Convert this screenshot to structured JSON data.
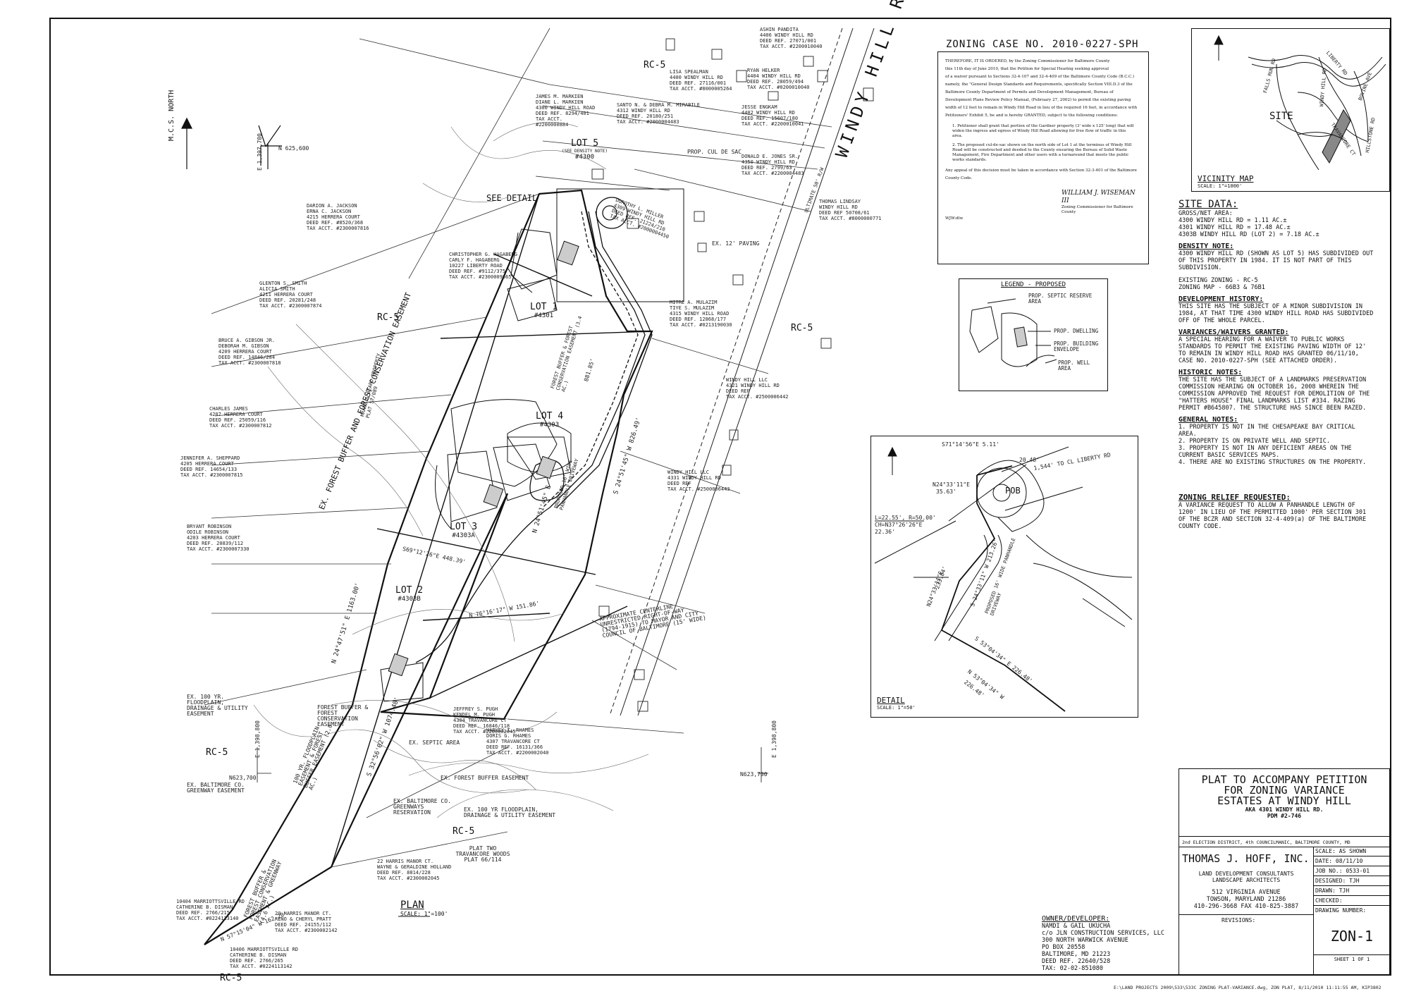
{
  "zoning_case": {
    "title": "ZONING CASE NO. 2010-0227-SPH",
    "order_text": [
      "THEREFORE, IT IS ORDERED, by the Zoning Commissioner for Baltimore County",
      "this 11th day of June 2010, that the Petition for Special Hearing seeking approval",
      "of a waiver pursuant to Sections 32-4-107 and 32-4-409 of the Baltimore County Code (B.C.C.)",
      "namely, the \"General Design Standards and Requirements, specifically Section VIII.D.3 of the",
      "Baltimore County Department of Permits and Development Management, Bureau of",
      "Development Plans Review Policy Manual, (February 27, 2002) to permit the existing paving",
      "width of 12 feet to remain in Windy Hill Road in lieu of the required 16 feet, in accordance with",
      "Petitioners' Exhibit 5, be and is hereby GRANTED, subject to the following conditions:"
    ],
    "conditions": [
      "1. Petitioner shall grant that portion of the Gardner property (3' wide x 125' long) that will widen the ingress and egress of Windy Hill Road allowing for free flow of traffic in this area.",
      "2. The proposed cul-de-sac shown on the north side of Lot 1 at the terminus of Windy Hill Road will be constructed and deeded to the County ensuring the Bureau of Solid Waste Management, Fire Department and other users with a turnaround that meets the public works standards."
    ],
    "appeal": "Any appeal of this decision must be taken in accordance with Section 32-3-401 of the Baltimore County Code.",
    "signature": "WILLIAM J. WISEMAN III",
    "signature_title": "Zoning Commissioner for Baltimore County",
    "initials": "WJW:dlw"
  },
  "vicinity_map": {
    "title": "VICINITY MAP",
    "scale": "SCALE: 1\"=1000'",
    "site_label": "SITE",
    "roads": [
      "LIBERTY RD",
      "FALLS RUN RD",
      "WINDY HILL RD",
      "TRAVANCORE CT",
      "BOVINE AVE",
      "HILLSTONE RD"
    ]
  },
  "site_data": {
    "title": "SITE DATA:",
    "gross_net_label": "GROSS/NET AREA:",
    "gross_net": [
      "4300 WINDY HILL RD = 1.11 AC.±",
      "4301 WINDY HILL RD = 17.48 AC.±",
      "4303B WINDY HILL RD (LOT 2) = 7.18 AC.±"
    ],
    "density_title": "DENSITY NOTE:",
    "density_text": "4300 WINDY HILL RD (SHOWN AS LOT 5) HAS SUBDIVIDED OUT OF THIS PROPERTY IN 1984. IT IS NOT PART OF THIS SUBDIVISION.",
    "existing_zoning": "EXISTING ZONING - RC-5",
    "zoning_map": "ZONING MAP - 66B3 & 76B1",
    "dev_history_title": "DEVELOPMENT HISTORY:",
    "dev_history_text": "THIS SITE HAS THE SUBJECT OF A MINOR SUBDIVISION IN 1984, AT THAT TIME 4300 WINDY HILL ROAD HAS SUBDIVIDED OFF OF THE WHOLE PARCEL.",
    "variances_title": "VARIANCES/WAIVERS GRANTED:",
    "variances_text": "A SPECIAL HEARING FOR A WAIVER TO PUBLIC WORKS STANDARDS TO PERMIT THE EXISTING PAVING WIDTH OF 12' TO REMAIN IN WINDY HILL ROAD HAS GRANTED 06/11/10, CASE NO. 2010-0227-SPH (SEE ATTACHED ORDER).",
    "historic_title": "HISTORIC NOTES:",
    "historic_text": "THE SITE HAS THE SUBJECT OF A LANDMARKS PRESERVATION COMMISSION HEARING ON OCTOBER 16, 2008 WHEREIN THE COMMISSION APPROVED THE REQUEST FOR DEMOLITION OF THE \"HATTERS HOUSE\" FINAL LANDMARKS LIST #334. RAZING PERMIT #B645807. THE STRUCTURE HAS SINCE BEEN RAZED.",
    "general_title": "GENERAL NOTES:",
    "general": [
      "1. PROPERTY IS NOT IN THE CHESAPEAKE BAY CRITICAL AREA.",
      "2. PROPERTY IS ON PRIVATE WELL AND SEPTIC.",
      "3. PROPERTY IS NOT IN ANY DEFICIENT AREAS ON THE CURRENT BASIC SERVICES MAPS.",
      "4. THERE ARE NO EXISTING STRUCTURES ON THE PROPERTY."
    ],
    "relief_title": "ZONING RELIEF REQUESTED:",
    "relief_text": "A VARIANCE REQUEST TO ALLOW A PANHANDLE LENGTH OF 1200' IN LIEU OF THE PERMITTED 1000' PER SECTION 301 OF THE BCZR AND SECTION 32-4-409(a) OF THE BALTIMORE COUNTY CODE."
  },
  "legend": {
    "title": "LEGEND - PROPOSED",
    "items": [
      "PROP. SEPTIC RESERVE AREA",
      "PROP. DWELLING",
      "PROP. BUILDING ENVELOPE",
      "PROP. WELL AREA"
    ]
  },
  "detail": {
    "title": "DETAIL",
    "scale": "SCALE: 1\"=50'",
    "labels": {
      "s71": "S71°14'56\"E 5.11'",
      "d2048": "20.48'",
      "tocl": "1,544' TO CL LIBERTY RD",
      "n24a": "N24°33'11\"E",
      "n24a_len": "35.63'",
      "pob": "POB",
      "curve": "L=22.55', R=50.00'",
      "chord": "CH=N37°26'26\"E",
      "chord_len": "22.36'",
      "s24": "S 24°33'11\" W 213.26'",
      "panhandle": "PROPOSED 16' WIDE PANHANDLE DRIVEWAY",
      "n24b": "N24°33'11\"E",
      "n24b_len": "233.84'",
      "s53": "S 53°04'34\" E 226.48'",
      "n53": "N 53°04'34\" W",
      "n53_len": "226.48'"
    }
  },
  "plan": {
    "title": "PLAN",
    "scale": "SCALE: 1\"=100'",
    "north": "M.C.S. NORTH",
    "grid_n1": "N 625,600",
    "grid_e1": "E 1,397,700",
    "grid_n2": "N623,700",
    "grid_e2": "E 1,398,800",
    "grid_e3": "E 1,398,800",
    "grid_n3": "N623,700",
    "road_name": "WINDY HILL ROAD",
    "road_note": "ULTIMATE 50' R/W",
    "see_detail": "SEE DETAIL",
    "cul_de_sac": "PROP. CUL DE SAC",
    "paving": "EX. 12' PAVING",
    "zones": [
      "RC-5",
      "RC-5",
      "RC-5",
      "RC-5",
      "RC-5",
      "RC-5"
    ],
    "lots": [
      {
        "name": "LOT 5",
        "sub": "(SEE DENSITY NOTE)",
        "addr": "#4300"
      },
      {
        "name": "LOT 1",
        "addr": "#4301"
      },
      {
        "name": "LOT 4",
        "addr": "#4303"
      },
      {
        "name": "LOT 3",
        "addr": "#4303A"
      },
      {
        "name": "LOT 2",
        "addr": "#4303B"
      }
    ],
    "bearings": {
      "b1": "N 24°47'51\" E 1163.00'",
      "b2": "S 24°51'45\" W 826.49'",
      "b3": "N 24°51'45\" E",
      "b4": "S69°12'26\"E 448.39'",
      "b5": "S 32°56'02\" W 1074.48'",
      "b6": "N 76°16'17\" W 151.86'",
      "b7": "N 57°15'04\" W 162.20'",
      "b8": "881.85'"
    },
    "easements": {
      "forest_main": "EX. FOREST BUFFER AND FOREST CONSERVATION EASEMENT",
      "forest_lot1": "FOREST BUFFER & FOREST CONSERVATION EASEMENT (3.4 AC.)",
      "ex_forest": "EX. FOREST BUFFER EASEMENT",
      "floodplain": "EX. 100 YR. FLOODPLAIN, DRAINAGE & UTILITY EASEMENT",
      "baltimore_gw": "EX. BALTIMORE CO. GREENWAY EASEMENT",
      "baltimore_res": "EX. BALTIMORE CO. GREENWAYS RESERVATION",
      "floodplain2": "EX. 100 YR FLOODPLAIN, DRAINAGE & UTILITY EASEMENT",
      "forest_bottom": "FOREST BUFFER & FOREST CONSERVATION EASEMENT & GREENWAY (4.6 AC.)",
      "forest_lot2": "FOREST BUFFER & FOREST CONSERVATION EASEMENT",
      "floodplain3": "100 YR. FLOODPLAIN EASEMENT & FOREST BUFFER EASEMENT (2.0 AC.)",
      "septic": "EX. SEPTIC AREA",
      "centerline": "APPROXIMATE CENTERLINE UNRESTRICTED RIGHT-OF-WAY (1794-1915) TO MAYOR AND CITY COUNCIL OF BALTIMORE (15' WIDE)",
      "plat": "PLAT TWO TRAVANCORE WOODS PLAT 66/114",
      "kranz": "KRANZ & BEARD PROPERTY PLAT 57/089",
      "driveway": "PROPOSED 16' WIDE PANHANDLE DRIVEWAY"
    },
    "owners": [
      "ASHIN PANDITA\n4406 WINDY HILL RD\nDEED REF. 27071/001\nTAX ACCT. #2200010040",
      "LISA SPEALMAN\n4400 WINDY HILL RD\nDEED REF. 27116/001\nTAX ACCT. #8000005264",
      "RYAN HELKER\n4404 WINDY HILL RD\nDEED REF. 28059/494\nTAX ACCT. #0200010040",
      "JAMES M. MARKIEN\nDIANE L. MARKIEN\n4300 WINDY HILL ROAD\nDEED REF. 8294/401\nTAX ACCT.\n#2200000884",
      "SANTO N. & DEBRA M. MIRABILE\n4312 WINDY HILL RD\nDEED REF. 20180/251\nTAX ACCT. #2000004483",
      "JESSE ENGKAM\n4402 WINDY HILL RD\nDEED REF. 15607/180\nTAX ACCT. #2200010041",
      "DONALD E. JONES SR.\n4350 WINDY HILL RD\nDEED REF. 2799/63\nTAX ACCT. #2200004483",
      "THOMAS LINDSAY\nWINDY HILL RD\nDEED REF 50708/61\nTAX ACCT. #8000000771",
      "DARION A. JACKSON\nERNA C. JACKSON\n4215 HERRERA COURT\nDEED REF. #8520/368\nTAX ACCT. #2300007816",
      "DOROTHY L. MILLER\n4309 WINDY HILL RD\nDEED REF. 21224/210\nTAX ACCT. #2000004450",
      "CHRISTOPHER G. HAGABERG\nCARLY F. HAGABERG\n10227 LIBERTY ROAD\nDEED REF. #9112/375\nTAX ACCT. #2300009665",
      "GLENTON S. SMITH\nALICIA SMITH\n4211 HERRERA COURT\nDEED REF. 20281/248\nTAX ACCT. #2300007874",
      "MITRE A. MULAZIM\nTIYE S. MULAZIM\n4315 WINDY HILL ROAD\nDEED REF. 12868/177\nTAX ACCT. #0213190030",
      "BRUCE A. GIBSON JR.\nDEBORAH M. GIBSON\n4209 HERRERA COURT\nDEED REF. 14846/284\nTAX ACCT. #2300007818",
      "WINDY HILL LLC\n4321 WINDY HILL RD\nDEED REF\nTAX ACCT. #2500006442",
      "CHARLES JAMES\n4207 HERRERA COURT\nDEED REF. 25059/116\nTAX ACCT. #2300007812",
      "JENNIFER A. SHEPPARD\n4205 HERRERA COURT\nDEED REF. 14654/133\nTAX ACCT. #2300007815",
      "WINDY HILL LLC\n4331 WINDY HILL RD\nDEED REF\nTAX ACCT. #2500006443",
      "BRYANT ROBINSON\nODILE ROBINSON\n4203 HERRERA COURT\nDEED REF. 20839/112\nTAX ACCT. #2300007330",
      "JEFFREY S. PUGH\nKENDEL M. PUGH\n4304 TRAVANCORE CT\nDEED REF. 16846/118\nTAX ACCT. #2200002045",
      "HARVEY T. RHAMES\nDORIS G. RHAMES\n4307 TRAVANCORE CT\nDEED REF. 16131/366\nTAX ACCT. #2200002040",
      "22 HARRIS MANOR CT.\nWAYNE & GERALDINE HOLLAND\nDEED REF. 8814/228\nTAX ACCT. #2300002045",
      "10404 MARRIOTTSVILLE RD\nCATHERINE B. DISMAN\nDEED REF. 2766/215\nTAX ACCT. #0224113140",
      "20 HARRIS MANOR CT.\nRENO & CHERYL PRATT\nDEED REF. 24155/112\nTAX ACCT. #2300002142",
      "10406 MARRIOTTSVILLE RD\nCATHERINE B. DISMAN\nDEED REF. 2766/265\nTAX ACCT. #0224113142"
    ]
  },
  "owner_developer": {
    "title": "OWNER/DEVELOPER:",
    "lines": [
      "NAMDI & GAIL UKUCHA",
      "c/o JLN CONSTRUCTION SERVICES, LLC",
      "300 NORTH WARWICK AVENUE",
      "PO BOX 20558",
      "BALTIMORE, MD 21223",
      "DEED REF. 22640/528",
      "TAX: 02-02-851080"
    ]
  },
  "title_block": {
    "title_lines": [
      "PLAT TO ACCOMPANY PETITION",
      "FOR ZONING VARIANCE",
      "ESTATES AT WINDY HILL"
    ],
    "aka": "AKA 4301 WINDY HILL RD.",
    "pdm": "PDM #2-746",
    "district": "2nd ELECTION DISTRICT, 4th COUNCILMANIC, BALTIMORE COUNTY, MD",
    "firm": "THOMAS J. HOFF, INC.",
    "firm_lines": [
      "LAND DEVELOPMENT CONSULTANTS",
      "LANDSCAPE ARCHITECTS"
    ],
    "address_lines": [
      "512 VIRGINIA AVENUE",
      "TOWSON, MARYLAND 21286",
      "410-296-3668  FAX 410-825-3887"
    ],
    "scale": "SCALE: AS SHOWN",
    "date": "DATE: 08/11/10",
    "job": "JOB NO.: 0533-01",
    "designed": "DESIGNED: TJH",
    "drawn": "DRAWN: TJH",
    "checked": "CHECKED:",
    "revisions": "REVISIONS:",
    "drawing_number_label": "DRAWING NUMBER:",
    "drawing_number": "ZON-1",
    "sheet": "SHEET 1 OF 1"
  },
  "footer_path": "E:\\LAND PROJECTS 2009\\533\\533C ZONING PLAT-VARIANCE.dwg, ZON PLAT, 8/11/2010 11:11:55 AM, KIP3802"
}
